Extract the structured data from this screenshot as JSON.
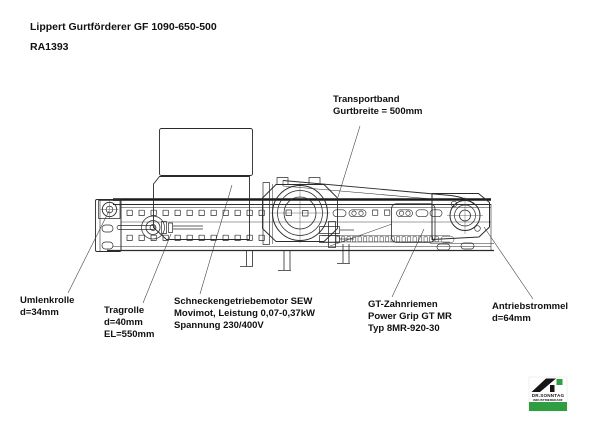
{
  "header": {
    "title": "Lippert Gurtförderer GF 1090-650-500",
    "drawing_number": "RA1393"
  },
  "labels": {
    "transportband": {
      "lines": [
        "Transportband",
        "Gurtbreite = 500mm"
      ]
    },
    "umlenkrolle": {
      "lines": [
        "Umlenkrolle",
        "d=34mm"
      ]
    },
    "tragrolle": {
      "lines": [
        "Tragrolle",
        "d=40mm",
        "EL=550mm"
      ]
    },
    "motor": {
      "lines": [
        "Schneckengetriebemotor SEW",
        "Movimot, Leistung 0,07-0,37kW",
        "Spannung 230/400V"
      ]
    },
    "zahnriemen": {
      "lines": [
        "GT-Zahnriemen",
        "Power Grip GT MR",
        "Typ 8MR-920-30"
      ]
    },
    "antriebstrommel": {
      "lines": [
        "Antriebstrommel",
        "d=64mm"
      ]
    }
  },
  "logo": {
    "line1": "DR.SONNTAG",
    "line2": "INDUSTRIEBEDARF",
    "green": "#2f9e41",
    "black": "#161616"
  },
  "drawing": {
    "line_color": "#2b2b2b",
    "belt_line_color": "#1a1a1a"
  }
}
